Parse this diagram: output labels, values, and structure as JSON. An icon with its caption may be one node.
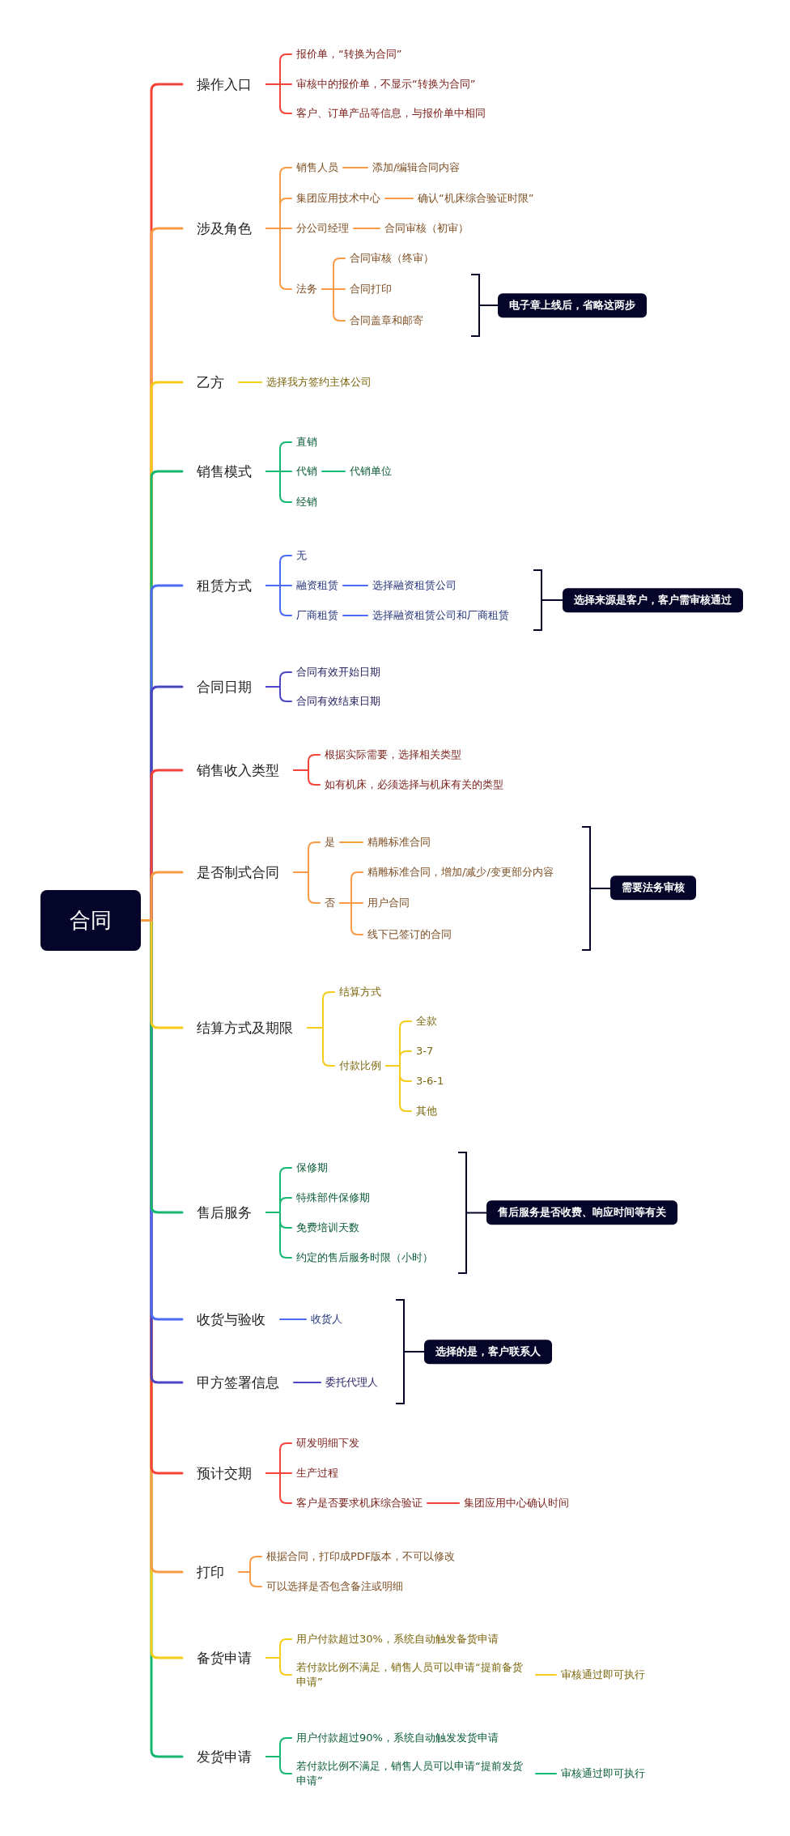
{
  "diagram": {
    "nodes": [
      {
        "text": [
          "合同"
        ]
      },
      {
        "text": [
          "操作入口"
        ]
      },
      {
        "text": [
          "报价单，“转换为合同”"
        ]
      },
      {
        "text": [
          "审核中的报价单，不显示“转换为合同”"
        ]
      },
      {
        "text": [
          "客户、订单产品等信息，与报价单中相同"
        ]
      },
      {
        "text": [
          "涉及角色"
        ]
      },
      {
        "text": [
          "销售人员"
        ]
      },
      {
        "text": [
          "添加/编辑合同内容"
        ]
      },
      {
        "text": [
          "集团应用技术中心"
        ]
      },
      {
        "text": [
          "确认“机床综合验证时限”"
        ]
      },
      {
        "text": [
          "分公司经理"
        ]
      },
      {
        "text": [
          "合同审核（初审）"
        ]
      },
      {
        "text": [
          "法务"
        ]
      },
      {
        "text": [
          "合同审核（终审）"
        ]
      },
      {
        "text": [
          "合同打印"
        ]
      },
      {
        "text": [
          "合同盖章和邮寄"
        ]
      },
      {
        "text": [
          "电子章上线后，省略这两步"
        ]
      },
      {
        "text": [
          "乙方"
        ]
      },
      {
        "text": [
          "选择我方签约主体公司"
        ]
      },
      {
        "text": [
          "销售模式"
        ]
      },
      {
        "text": [
          "直销"
        ]
      },
      {
        "text": [
          "代销"
        ]
      },
      {
        "text": [
          "代销单位"
        ]
      },
      {
        "text": [
          "经销"
        ]
      },
      {
        "text": [
          "租赁方式"
        ]
      },
      {
        "text": [
          "无"
        ]
      },
      {
        "text": [
          "融资租赁"
        ]
      },
      {
        "text": [
          "选择融资租赁公司"
        ]
      },
      {
        "text": [
          "厂商租赁"
        ]
      },
      {
        "text": [
          "选择融资租赁公司和厂商租赁"
        ]
      },
      {
        "text": [
          "选择来源是客户，客户需审核通过"
        ]
      },
      {
        "text": [
          "合同日期"
        ]
      },
      {
        "text": [
          "合同有效开始日期"
        ]
      },
      {
        "text": [
          "合同有效结束日期"
        ]
      },
      {
        "text": [
          "销售收入类型"
        ]
      },
      {
        "text": [
          "根据实际需要，选择相关类型"
        ]
      },
      {
        "text": [
          "如有机床，必须选择与机床有关的类型"
        ]
      },
      {
        "text": [
          "是否制式合同"
        ]
      },
      {
        "text": [
          "是"
        ]
      },
      {
        "text": [
          "精雕标准合同"
        ]
      },
      {
        "text": [
          "否"
        ]
      },
      {
        "text": [
          "精雕标准合同，增加/减少/变更部分内容"
        ]
      },
      {
        "text": [
          "用户合同"
        ]
      },
      {
        "text": [
          "线下已签订的合同"
        ]
      },
      {
        "text": [
          "需要法务审核"
        ]
      },
      {
        "text": [
          "结算方式及期限"
        ]
      },
      {
        "text": [
          "结算方式"
        ]
      },
      {
        "text": [
          "付款比例"
        ]
      },
      {
        "text": [
          "全款"
        ]
      },
      {
        "text": [
          "3-7"
        ]
      },
      {
        "text": [
          "3-6-1"
        ]
      },
      {
        "text": [
          "其他"
        ]
      },
      {
        "text": [
          "售后服务"
        ]
      },
      {
        "text": [
          "保修期"
        ]
      },
      {
        "text": [
          "特殊部件保修期"
        ]
      },
      {
        "text": [
          "免费培训天数"
        ]
      },
      {
        "text": [
          "约定的售后服务时限（小时）"
        ]
      },
      {
        "text": [
          "售后服务是否收费、响应时间等有关"
        ]
      },
      {
        "text": [
          "收货与验收"
        ]
      },
      {
        "text": [
          "收货人"
        ]
      },
      {
        "text": [
          "甲方签署信息"
        ]
      },
      {
        "text": [
          "委托代理人"
        ]
      },
      {
        "text": [
          "选择的是，客户联系人"
        ]
      },
      {
        "text": [
          "预计交期"
        ]
      },
      {
        "text": [
          "研发明细下发"
        ]
      },
      {
        "text": [
          "生产过程"
        ]
      },
      {
        "text": [
          "客户是否要求机床综合验证"
        ]
      },
      {
        "text": [
          "集团应用中心确认时间"
        ]
      },
      {
        "text": [
          "打印"
        ]
      },
      {
        "text": [
          "根据合同，打印成PDF版本，不可以修改"
        ]
      },
      {
        "text": [
          "可以选择是否包含备注或明细"
        ]
      },
      {
        "text": [
          "备货申请"
        ]
      },
      {
        "text": [
          "用户付款超过30%，系统自动触发备货申请"
        ]
      },
      {
        "text": [
          "若付款比例不满足，销售人员可以申请“提前备货申请”"
        ]
      },
      {
        "text": [
          "审核通过即可执行"
        ]
      },
      {
        "text": [
          "发货申请"
        ]
      },
      {
        "text": [
          "用户付款超过90%，系统自动触发发货申请"
        ]
      },
      {
        "text": [
          "若付款比例不满足，销售人员可以申请“提前发货申请”"
        ]
      },
      {
        "text": [
          "审核通过即可执行"
        ]
      }
    ],
    "edges": [
      {
        "from": 0,
        "to": 1,
        "arrow": "none",
        "color": "#f5433a"
      },
      {
        "from": 1,
        "to": 2,
        "arrow": "none",
        "color": "#f5433a"
      },
      {
        "from": 1,
        "to": 3,
        "arrow": "none",
        "color": "#f5433a"
      },
      {
        "from": 1,
        "to": 4,
        "arrow": "none",
        "color": "#f5433a"
      },
      {
        "from": 0,
        "to": 5,
        "arrow": "none",
        "color": "#f99b45"
      },
      {
        "from": 5,
        "to": 6,
        "arrow": "none",
        "color": "#f99b45"
      },
      {
        "from": 6,
        "to": 7,
        "arrow": "none",
        "color": "#f99b45"
      },
      {
        "from": 5,
        "to": 8,
        "arrow": "none",
        "color": "#f99b45"
      },
      {
        "from": 8,
        "to": 9,
        "arrow": "none",
        "color": "#f99b45"
      },
      {
        "from": 5,
        "to": 10,
        "arrow": "none",
        "color": "#f99b45"
      },
      {
        "from": 10,
        "to": 11,
        "arrow": "none",
        "color": "#f99b45"
      },
      {
        "from": 5,
        "to": 12,
        "arrow": "none",
        "color": "#f99b45"
      },
      {
        "from": 12,
        "to": 13,
        "arrow": "none",
        "color": "#f99b45"
      },
      {
        "from": 12,
        "to": 14,
        "arrow": "none",
        "color": "#f99b45"
      },
      {
        "from": 12,
        "to": 15,
        "arrow": "none",
        "color": "#f99b45"
      },
      {
        "from": 0,
        "to": 17,
        "arrow": "none",
        "color": "#f6cc1b"
      },
      {
        "from": 17,
        "to": 18,
        "arrow": "none",
        "color": "#f6cc1b"
      },
      {
        "from": 0,
        "to": 19,
        "arrow": "none",
        "color": "#14b86f"
      },
      {
        "from": 19,
        "to": 20,
        "arrow": "none",
        "color": "#14b86f"
      },
      {
        "from": 19,
        "to": 21,
        "arrow": "none",
        "color": "#14b86f"
      },
      {
        "from": 21,
        "to": 22,
        "arrow": "none",
        "color": "#14b86f"
      },
      {
        "from": 19,
        "to": 23,
        "arrow": "none",
        "color": "#14b86f"
      },
      {
        "from": 0,
        "to": 24,
        "arrow": "none",
        "color": "#4a6cf5"
      },
      {
        "from": 24,
        "to": 25,
        "arrow": "none",
        "color": "#4a6cf5"
      },
      {
        "from": 24,
        "to": 26,
        "arrow": "none",
        "color": "#4a6cf5"
      },
      {
        "from": 26,
        "to": 27,
        "arrow": "none",
        "color": "#4a6cf5"
      },
      {
        "from": 24,
        "to": 28,
        "arrow": "none",
        "color": "#4a6cf5"
      },
      {
        "from": 28,
        "to": 29,
        "arrow": "none",
        "color": "#4a6cf5"
      },
      {
        "from": 0,
        "to": 31,
        "arrow": "none",
        "color": "#4b45c4"
      },
      {
        "from": 31,
        "to": 32,
        "arrow": "none",
        "color": "#4b45c4"
      },
      {
        "from": 31,
        "to": 33,
        "arrow": "none",
        "color": "#4b45c4"
      },
      {
        "from": 0,
        "to": 34,
        "arrow": "none",
        "color": "#f5433a"
      },
      {
        "from": 34,
        "to": 35,
        "arrow": "none",
        "color": "#f5433a"
      },
      {
        "from": 34,
        "to": 36,
        "arrow": "none",
        "color": "#f5433a"
      },
      {
        "from": 0,
        "to": 37,
        "arrow": "none",
        "color": "#f99b45"
      },
      {
        "from": 37,
        "to": 38,
        "arrow": "none",
        "color": "#f99b45"
      },
      {
        "from": 38,
        "to": 39,
        "arrow": "none",
        "color": "#f99b45"
      },
      {
        "from": 37,
        "to": 40,
        "arrow": "none",
        "color": "#f99b45"
      },
      {
        "from": 40,
        "to": 41,
        "arrow": "none",
        "color": "#f99b45"
      },
      {
        "from": 40,
        "to": 42,
        "arrow": "none",
        "color": "#f99b45"
      },
      {
        "from": 40,
        "to": 43,
        "arrow": "none",
        "color": "#f99b45"
      },
      {
        "from": 0,
        "to": 45,
        "arrow": "none",
        "color": "#f6cc1b"
      },
      {
        "from": 45,
        "to": 46,
        "arrow": "none",
        "color": "#f6cc1b"
      },
      {
        "from": 45,
        "to": 47,
        "arrow": "none",
        "color": "#f6cc1b"
      },
      {
        "from": 47,
        "to": 48,
        "arrow": "none",
        "color": "#f6cc1b"
      },
      {
        "from": 47,
        "to": 49,
        "arrow": "none",
        "color": "#f6cc1b"
      },
      {
        "from": 47,
        "to": 50,
        "arrow": "none",
        "color": "#f6cc1b"
      },
      {
        "from": 47,
        "to": 51,
        "arrow": "none",
        "color": "#f6cc1b"
      },
      {
        "from": 0,
        "to": 52,
        "arrow": "none",
        "color": "#14b86f"
      },
      {
        "from": 52,
        "to": 53,
        "arrow": "none",
        "color": "#14b86f"
      },
      {
        "from": 52,
        "to": 54,
        "arrow": "none",
        "color": "#14b86f"
      },
      {
        "from": 52,
        "to": 55,
        "arrow": "none",
        "color": "#14b86f"
      },
      {
        "from": 52,
        "to": 56,
        "arrow": "none",
        "color": "#14b86f"
      },
      {
        "from": 0,
        "to": 58,
        "arrow": "none",
        "color": "#4a6cf5"
      },
      {
        "from": 58,
        "to": 59,
        "arrow": "none",
        "color": "#4a6cf5"
      },
      {
        "from": 0,
        "to": 60,
        "arrow": "none",
        "color": "#4b45c4"
      },
      {
        "from": 60,
        "to": 61,
        "arrow": "none",
        "color": "#4b45c4"
      },
      {
        "from": 0,
        "to": 63,
        "arrow": "none",
        "color": "#f5433a"
      },
      {
        "from": 63,
        "to": 64,
        "arrow": "none",
        "color": "#f5433a"
      },
      {
        "from": 63,
        "to": 65,
        "arrow": "none",
        "color": "#f5433a"
      },
      {
        "from": 63,
        "to": 66,
        "arrow": "none",
        "color": "#f5433a"
      },
      {
        "from": 66,
        "to": 67,
        "arrow": "none",
        "color": "#f5433a"
      },
      {
        "from": 0,
        "to": 68,
        "arrow": "none",
        "color": "#f99b45"
      },
      {
        "from": 68,
        "to": 69,
        "arrow": "none",
        "color": "#f99b45"
      },
      {
        "from": 68,
        "to": 70,
        "arrow": "none",
        "color": "#f99b45"
      },
      {
        "from": 0,
        "to": 71,
        "arrow": "none",
        "color": "#f6cc1b"
      },
      {
        "from": 71,
        "to": 72,
        "arrow": "none",
        "color": "#f6cc1b"
      },
      {
        "from": 71,
        "to": 73,
        "arrow": "none",
        "color": "#f6cc1b"
      },
      {
        "from": 73,
        "to": 74,
        "arrow": "none",
        "color": "#f6cc1b"
      },
      {
        "from": 0,
        "to": 75,
        "arrow": "none",
        "color": "#14b86f"
      },
      {
        "from": 75,
        "to": 76,
        "arrow": "none",
        "color": "#14b86f"
      },
      {
        "from": 75,
        "to": 77,
        "arrow": "none",
        "color": "#14b86f"
      },
      {
        "from": 77,
        "to": 78,
        "arrow": "none",
        "color": "#14b86f"
      }
    ]
  }
}
